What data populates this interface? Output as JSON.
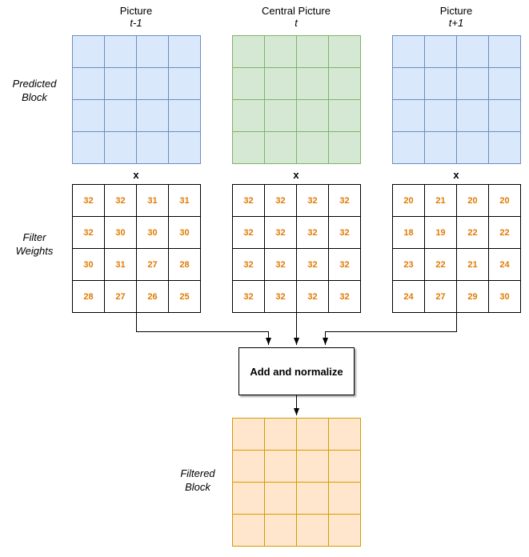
{
  "diagram": {
    "columns": [
      {
        "title": "Picture",
        "subtitle": "t-1"
      },
      {
        "title": "Central Picture",
        "subtitle": "t"
      },
      {
        "title": "Picture",
        "subtitle": "t+1"
      }
    ],
    "row_labels": {
      "predicted": {
        "line1": "Predicted",
        "line2": "Block"
      },
      "filter": {
        "line1": "Filter",
        "line2": "Weights"
      },
      "filtered": {
        "line1": "Filtered",
        "line2": "Block"
      }
    },
    "multiply_symbol": "x",
    "add_box_label": "Add and normalize",
    "filter_weights": [
      {
        "values": [
          [
            32,
            32,
            31,
            31
          ],
          [
            32,
            30,
            30,
            30
          ],
          [
            30,
            31,
            27,
            28
          ],
          [
            28,
            27,
            26,
            25
          ]
        ]
      },
      {
        "values": [
          [
            32,
            32,
            32,
            32
          ],
          [
            32,
            32,
            32,
            32
          ],
          [
            32,
            32,
            32,
            32
          ],
          [
            32,
            32,
            32,
            32
          ]
        ]
      },
      {
        "values": [
          [
            20,
            21,
            20,
            20
          ],
          [
            18,
            19,
            22,
            22
          ],
          [
            23,
            22,
            21,
            24
          ],
          [
            24,
            27,
            29,
            30
          ]
        ]
      }
    ],
    "colors": {
      "picture_fill": "#DAE8FC",
      "picture_stroke": "#6C8EBF",
      "central_fill": "#D5E8D4",
      "central_stroke": "#82B366",
      "filtered_fill": "#FFE6CC",
      "filtered_stroke": "#D79B00",
      "weight_text": "#E07B00",
      "arrow": "#000000"
    }
  }
}
